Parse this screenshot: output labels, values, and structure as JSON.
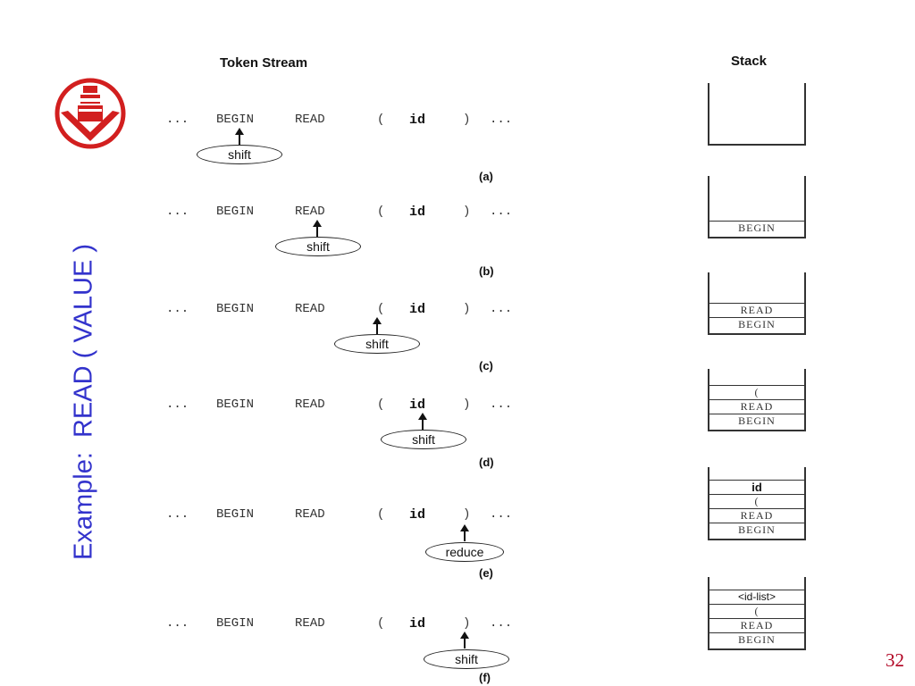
{
  "headers": {
    "token_stream": "Token Stream",
    "stack": "Stack"
  },
  "title": "Example:  READ ( VALUE )",
  "page_number": "32",
  "tokens": {
    "ellipsis_left": "...",
    "begin": "BEGIN",
    "read": "READ",
    "lparen": "(",
    "id": "id",
    "rparen": ")",
    "ellipsis_right": "..."
  },
  "steps": [
    {
      "caption": "(a)",
      "action": "shift",
      "pointer_token": "BEGIN",
      "stack": []
    },
    {
      "caption": "(b)",
      "action": "shift",
      "pointer_token": "READ",
      "stack": [
        "BEGIN"
      ]
    },
    {
      "caption": "(c)",
      "action": "shift",
      "pointer_token": "(",
      "stack": [
        "READ",
        "BEGIN"
      ]
    },
    {
      "caption": "(d)",
      "action": "shift",
      "pointer_token": "id",
      "stack": [
        "(",
        "READ",
        "BEGIN"
      ]
    },
    {
      "caption": "(e)",
      "action": "reduce",
      "pointer_token": ")",
      "stack": [
        "id",
        "(",
        "READ",
        "BEGIN"
      ]
    },
    {
      "caption": "(f)",
      "action": "shift",
      "pointer_token": ")",
      "stack": [
        "<id-list>",
        "(",
        "READ",
        "BEGIN"
      ]
    }
  ],
  "colors": {
    "title": "#3333cc",
    "page_number": "#b00020",
    "logo_red": "#d21f1f"
  }
}
